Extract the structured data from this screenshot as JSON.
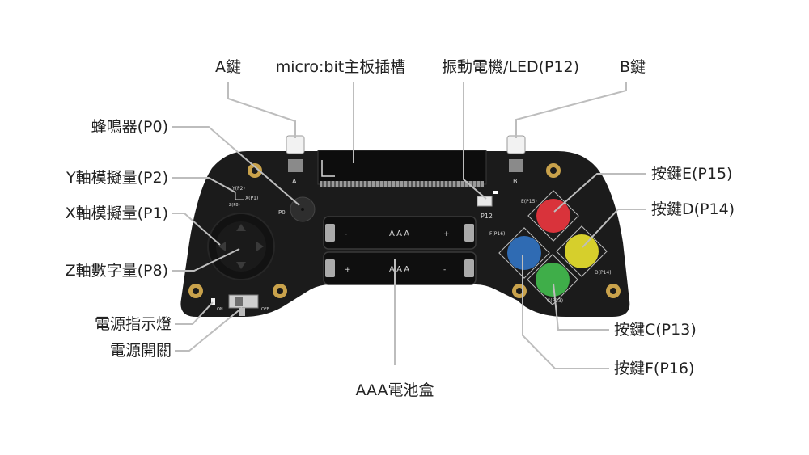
{
  "labels": {
    "a_key": "A鍵",
    "microbit_slot": "micro:bit主板插槽",
    "vibration_led": "振動電機/LED(P12)",
    "b_key": "B鍵",
    "buzzer": "蜂鳴器(P0)",
    "y_analog": "Y軸模擬量(P2)",
    "x_analog": "X軸模擬量(P1)",
    "z_digital": "Z軸數字量(P8)",
    "power_led": "電源指示燈",
    "power_switch": "電源開關",
    "battery_box": "AAA電池盒",
    "key_e": "按鍵E(P15)",
    "key_d": "按鍵D(P14)",
    "key_c": "按鍵C(P13)",
    "key_f": "按鍵F(P16)"
  },
  "silkscreen": {
    "a": "A",
    "b": "B",
    "p0": "P0",
    "p12": "P12",
    "yp2": "Y(P2)",
    "xp1": "X(P1)",
    "zp8": "Z(P8)",
    "battery1": "AAA",
    "battery2": "AAA",
    "minus": "-",
    "plus": "+",
    "e15": "E(P15)",
    "f16": "F(P16)",
    "d14": "D(P14)",
    "c13": "C(P13)",
    "on": "ON",
    "off": "OFF"
  },
  "colors": {
    "board": "#1b1b1b",
    "leader": "#bdbdbd",
    "button_e": "#d9333b",
    "button_d": "#d6cf2c",
    "button_c": "#3fae49",
    "button_f": "#2f6bb3",
    "brass": "#c9a24b"
  }
}
